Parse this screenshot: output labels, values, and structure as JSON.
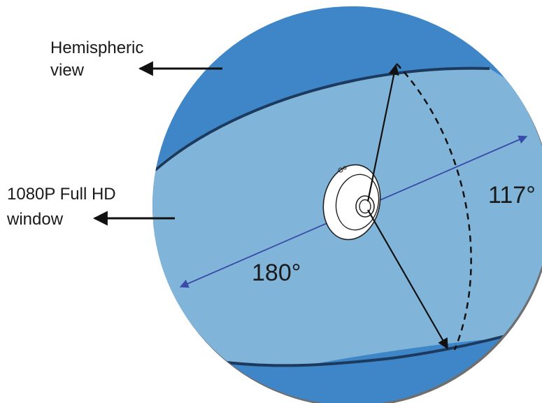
{
  "labels": {
    "hemispheric_line1": "Hemispheric",
    "hemispheric_line2": "view",
    "window_line1": "1080P Full HD",
    "window_line2": "window",
    "angle_horizontal": "180°",
    "angle_vertical": "117°"
  },
  "colors": {
    "hemisphere": "#3e86c8",
    "window": "#80b5d9",
    "outline": "#1c3a5e",
    "horizontal_arrow": "#3a4aa8",
    "arrow": "#111111"
  },
  "icons": {
    "camera": "fisheye-camera-icon"
  }
}
